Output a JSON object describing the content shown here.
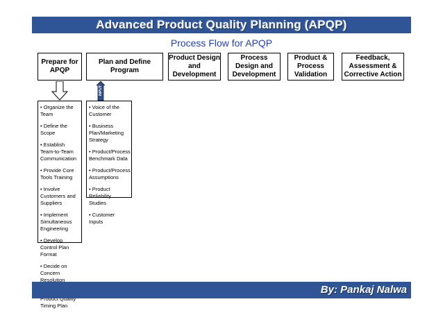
{
  "header": {
    "title": "Advanced Product Quality Planning (APQP)"
  },
  "subtitle": "Process Flow for APQP",
  "stages": [
    {
      "label": "Prepare for APQP"
    },
    {
      "label": "Plan and Define Program"
    },
    {
      "label": "Product Design and Development"
    },
    {
      "label": "Process Design and Development"
    },
    {
      "label": "Product & Process Validation"
    },
    {
      "label": "Feedback, Assessment & Corrective Action"
    }
  ],
  "prepare_items": [
    "Organize the Team",
    "Define the Scope",
    "Establish Team-to-Team Communication",
    "Provide Core Tools Training",
    "Involve Customers and Suppliers",
    "Implement Simultaneous Engineering",
    "Develop Control Plan Format",
    "Decide on Concern Resolution",
    "Develop Product Quality Timing Plan"
  ],
  "input_label": "INPUT",
  "plan_inputs": [
    "Voice of the Customer",
    "Business Plan/Marketing Strategy",
    "Product/Process Benchmark Data",
    "Product/Process Assumptions",
    "Product Reliability Studies",
    "Customer Inputs"
  ],
  "footer": {
    "author": "By: Pankaj Nalwa"
  },
  "colors": {
    "banner": "#2f5597",
    "subtitle": "#1f3fbf",
    "input_arrow": "#2f4f8f"
  }
}
